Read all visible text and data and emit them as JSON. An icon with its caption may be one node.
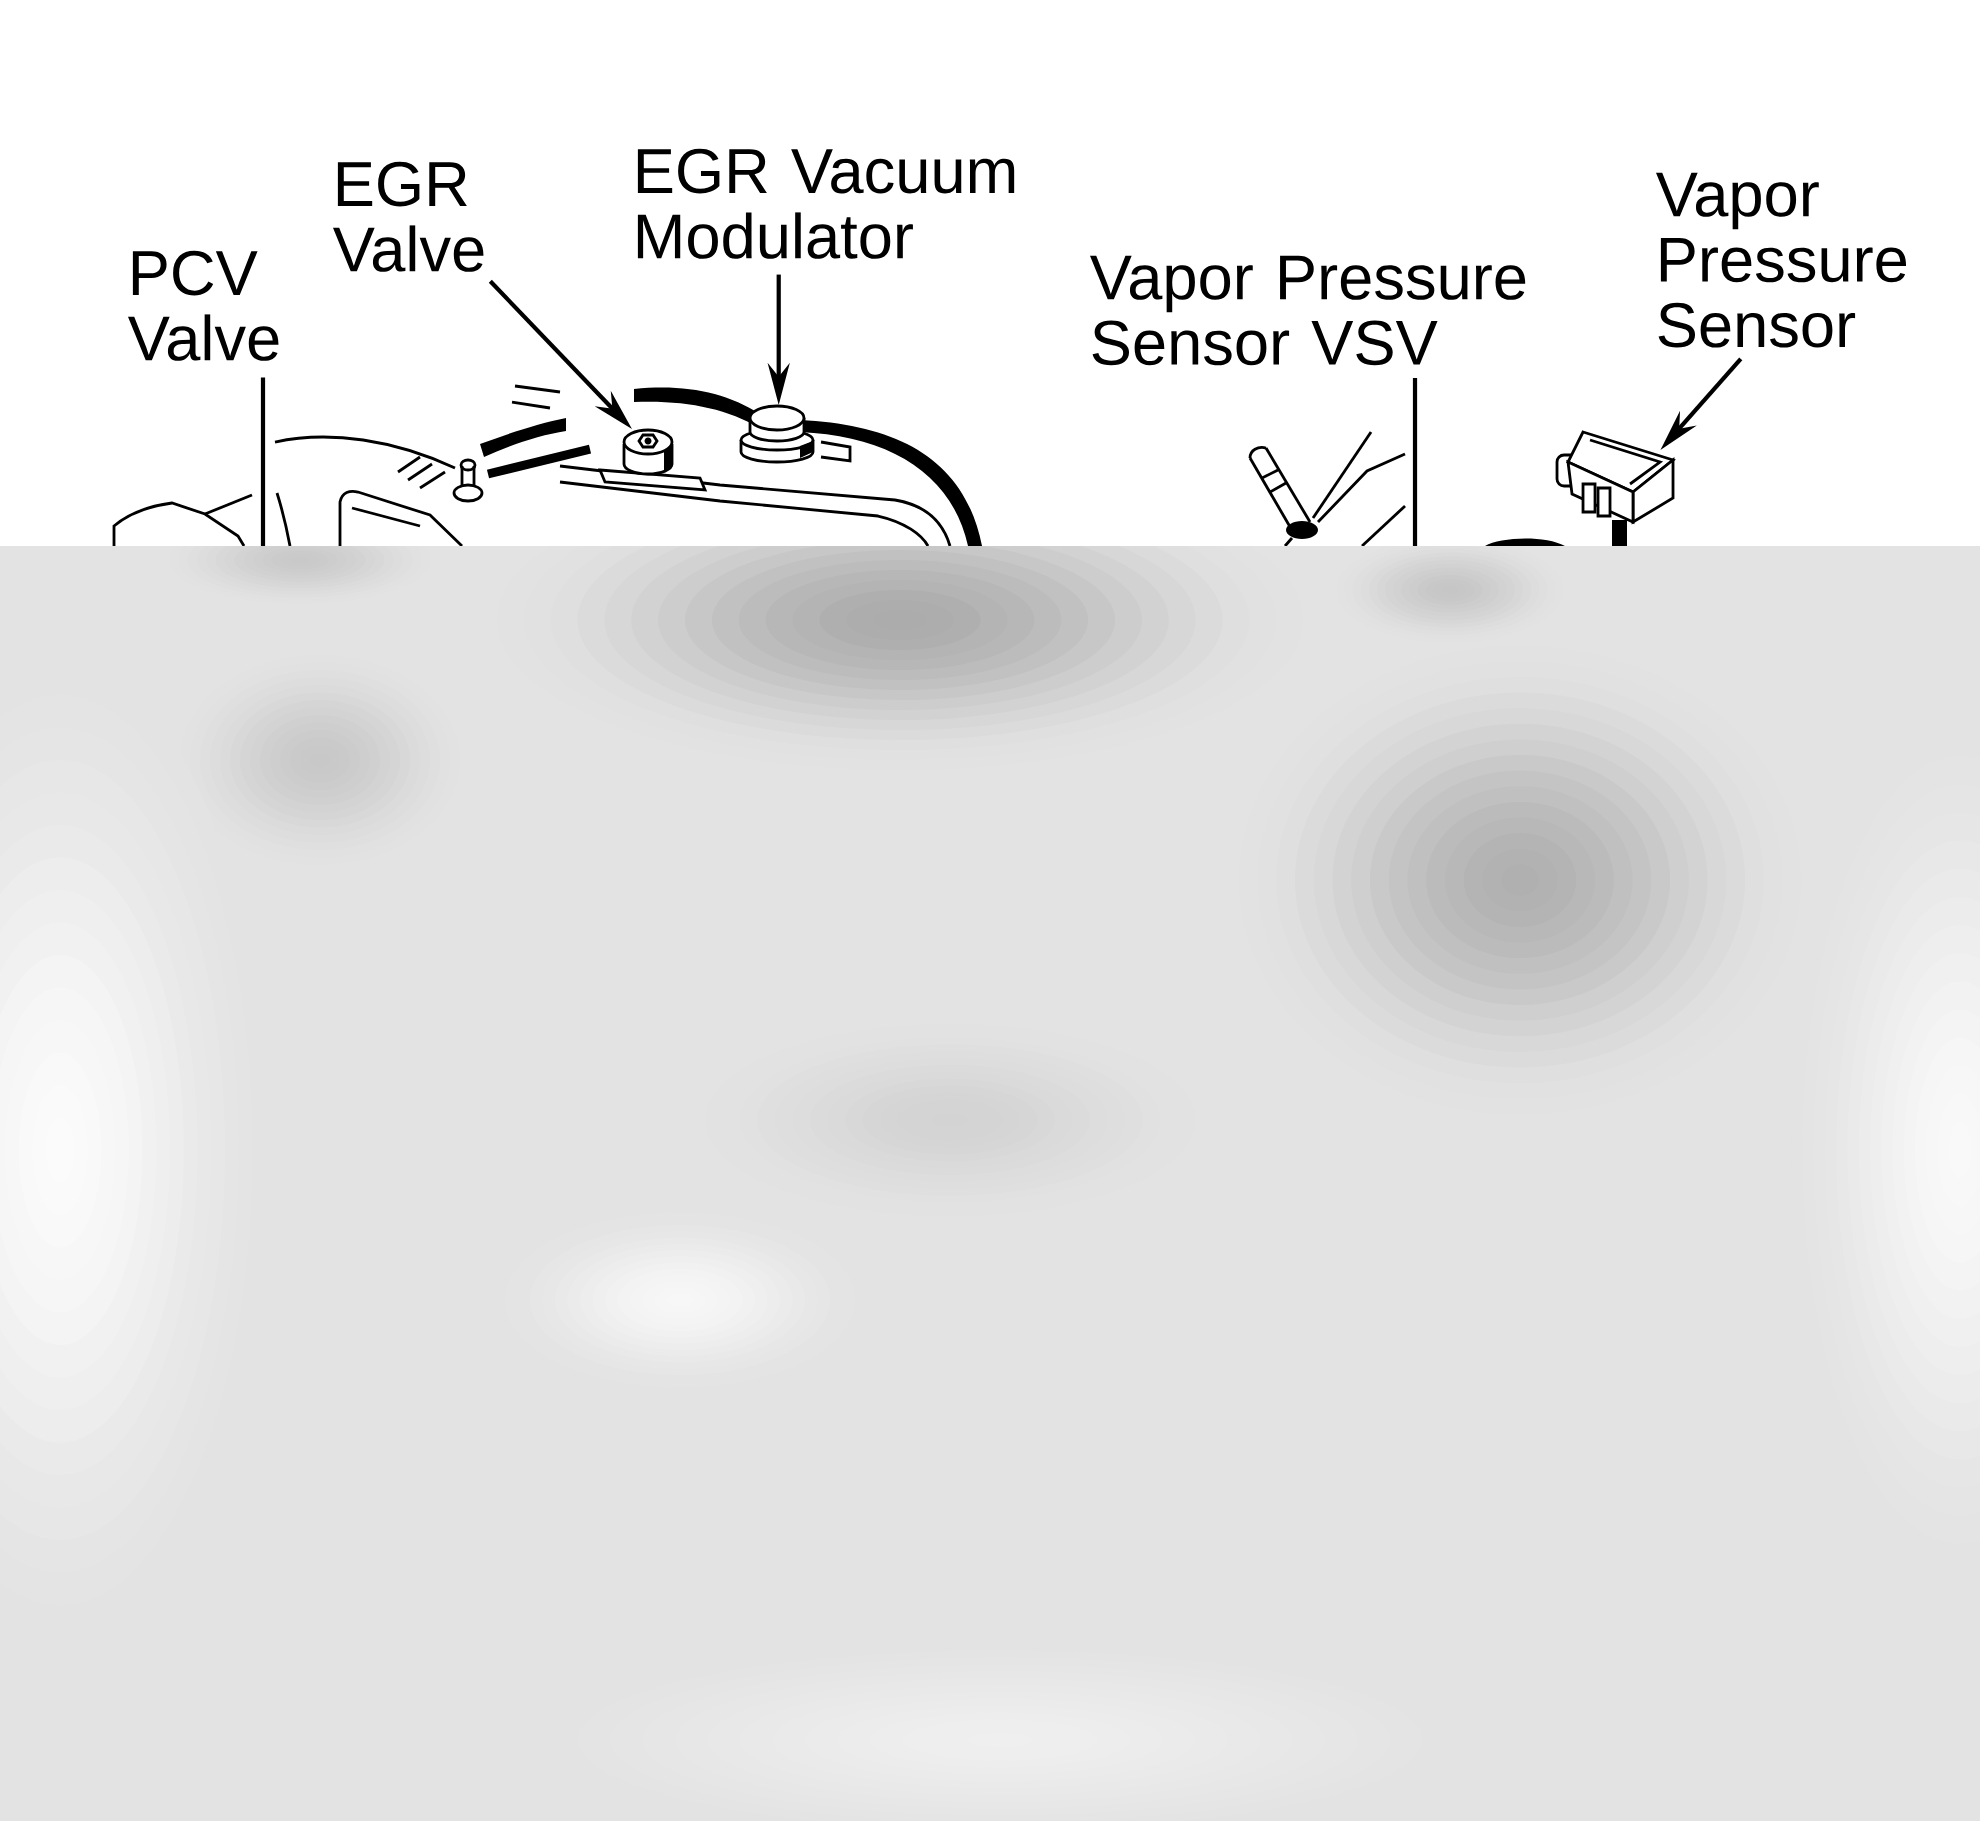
{
  "diagram": {
    "nodes": [
      {
        "text": [
          "PCV Valve"
        ]
      },
      {
        "text": [
          "EGR Valve"
        ]
      },
      {
        "text": [
          "EGR Vacuum Modulator"
        ]
      },
      {
        "text": [
          "Vapor Pressure Sensor VSV"
        ]
      },
      {
        "text": [
          "Vapor Pressure Sensor"
        ]
      },
      {
        "text": [],
        "shape": "picture"
      },
      {
        "text": [],
        "shape": "picture"
      },
      {
        "text": [],
        "shape": "picture"
      },
      {
        "text": [],
        "shape": "picture"
      }
    ],
    "edges": [
      {
        "from": 0,
        "to": 5,
        "arrow": "none"
      },
      {
        "from": 1,
        "to": 6,
        "arrow": "to"
      },
      {
        "from": 2,
        "to": 7,
        "arrow": "to"
      },
      {
        "from": 3,
        "to": 5,
        "arrow": "none"
      },
      {
        "from": 4,
        "to": 8,
        "arrow": "to"
      }
    ]
  }
}
